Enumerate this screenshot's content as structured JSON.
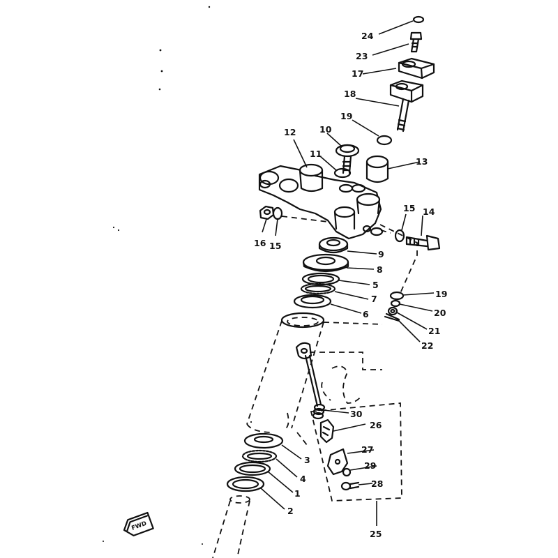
{
  "callouts": [
    {
      "id": "24",
      "text": "24"
    },
    {
      "id": "23",
      "text": "23"
    },
    {
      "id": "17",
      "text": "17"
    },
    {
      "id": "18",
      "text": "18"
    },
    {
      "id": "19a",
      "text": "19"
    },
    {
      "id": "10",
      "text": "10"
    },
    {
      "id": "12",
      "text": "12"
    },
    {
      "id": "11",
      "text": "11"
    },
    {
      "id": "13",
      "text": "13"
    },
    {
      "id": "15a",
      "text": "15"
    },
    {
      "id": "14",
      "text": "14"
    },
    {
      "id": "16",
      "text": "16"
    },
    {
      "id": "15b",
      "text": "15"
    },
    {
      "id": "9",
      "text": "9"
    },
    {
      "id": "8",
      "text": "8"
    },
    {
      "id": "5",
      "text": "5"
    },
    {
      "id": "7",
      "text": "7"
    },
    {
      "id": "6",
      "text": "6"
    },
    {
      "id": "19b",
      "text": "19"
    },
    {
      "id": "20",
      "text": "20"
    },
    {
      "id": "21",
      "text": "21"
    },
    {
      "id": "22",
      "text": "22"
    },
    {
      "id": "30",
      "text": "30"
    },
    {
      "id": "26",
      "text": "26"
    },
    {
      "id": "27",
      "text": "27"
    },
    {
      "id": "29",
      "text": "29"
    },
    {
      "id": "28",
      "text": "28"
    },
    {
      "id": "3",
      "text": "3"
    },
    {
      "id": "4",
      "text": "4"
    },
    {
      "id": "1",
      "text": "1"
    },
    {
      "id": "2",
      "text": "2"
    },
    {
      "id": "25",
      "text": "25"
    }
  ],
  "fwd_badge": "FWD"
}
